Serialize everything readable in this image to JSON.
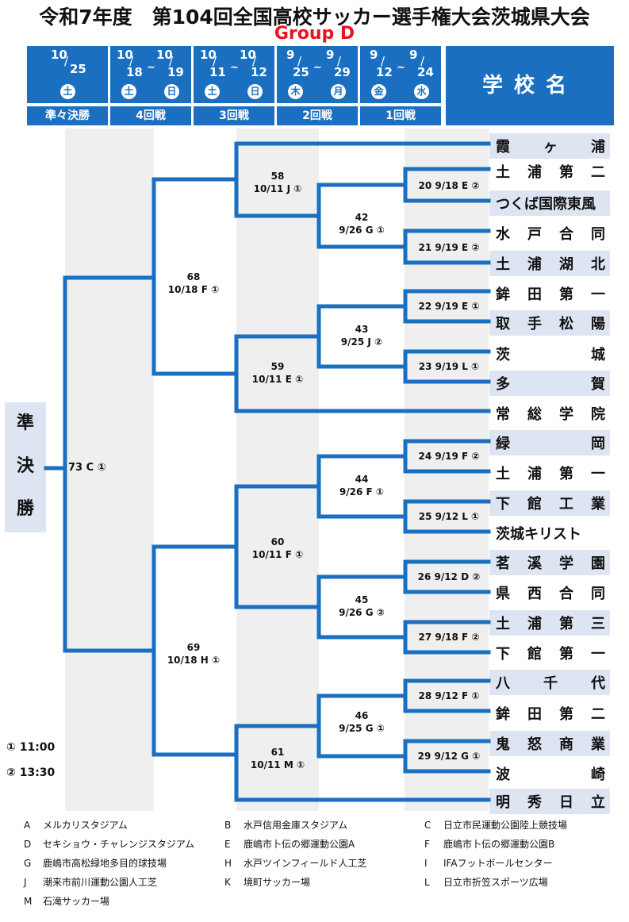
{
  "title": "令和7年度　第104回全国高校サッカー選手権大会茨城県大会",
  "subtitle": "Group D",
  "school_header": "学校名",
  "rounds": [
    {
      "label": "準々決勝",
      "date1_m": "10",
      "date1_d": "25",
      "sep": "",
      "date2_m": "",
      "date2_d": "",
      "day1": "土",
      "day2": ""
    },
    {
      "label": "4回戦",
      "date1_m": "10",
      "date1_d": "18",
      "sep": "~",
      "date2_m": "10",
      "date2_d": "19",
      "day1": "土",
      "day2": "日"
    },
    {
      "label": "3回戦",
      "date1_m": "10",
      "date1_d": "11",
      "sep": "~",
      "date2_m": "10",
      "date2_d": "12",
      "day1": "土",
      "day2": "日"
    },
    {
      "label": "2回戦",
      "date1_m": "9",
      "date1_d": "25",
      "sep": "~",
      "date2_m": "9",
      "date2_d": "29",
      "day1": "木",
      "day2": "月"
    },
    {
      "label": "1回戦",
      "date1_m": "9",
      "date1_d": "12",
      "sep": "~",
      "date2_m": "9",
      "date2_d": "24",
      "day1": "金",
      "day2": "水"
    }
  ],
  "semifinal_label": [
    "準",
    "決",
    "勝"
  ],
  "teams": [
    "霞ヶ浦",
    "土浦第二",
    "つくば国際東風",
    "水戸合同",
    "土浦湖北",
    "鉾田第一",
    "取手松陽",
    "茨城",
    "多賀",
    "常総学院",
    "緑岡",
    "土浦第一",
    "下館工業",
    "茨城キリスト",
    "茗溪学園",
    "県西合同",
    "土浦第三",
    "下館第一",
    "八千代",
    "鉾田第二",
    "鬼怒商業",
    "波崎",
    "明秀日立"
  ],
  "matches": {
    "m20": "20  9/18  E  ②",
    "m21": "21  9/19  E  ②",
    "m22": "22  9/19  E  ①",
    "m23": "23  9/19  L  ①",
    "m24": "24  9/19  F  ②",
    "m25": "25  9/12  L  ①",
    "m26": "26  9/12  D  ②",
    "m27": "27  9/18  F  ②",
    "m28": "28  9/12  F  ①",
    "m29": "29  9/12  G  ①",
    "m42": {
      "no": "42",
      "info": "9/26  G  ①"
    },
    "m43": {
      "no": "43",
      "info": "9/25  J  ②"
    },
    "m44": {
      "no": "44",
      "info": "9/26  F  ①"
    },
    "m45": {
      "no": "45",
      "info": "9/26  G  ②"
    },
    "m46": {
      "no": "46",
      "info": "9/25  G  ①"
    },
    "m58": {
      "no": "58",
      "info": "10/11  J  ①"
    },
    "m59": {
      "no": "59",
      "info": "10/11  E  ①"
    },
    "m60": {
      "no": "60",
      "info": "10/11  F  ①"
    },
    "m61": {
      "no": "61",
      "info": "10/11  M  ①"
    },
    "m68": {
      "no": "68",
      "info": "10/18  F  ①"
    },
    "m69": {
      "no": "69",
      "info": "10/18  H  ①"
    },
    "m73": "73  C  ①"
  },
  "kickoff": [
    "① 11:00",
    "② 13:30"
  ],
  "venues": [
    {
      "key": "A",
      "name": "メルカリスタジアム"
    },
    {
      "key": "B",
      "name": "水戸信用金庫スタジアム"
    },
    {
      "key": "C",
      "name": "日立市民運動公園陸上競技場"
    },
    {
      "key": "D",
      "name": "セキショウ・チャレンジスタジアム"
    },
    {
      "key": "E",
      "name": "鹿嶋市卜伝の郷運動公園A"
    },
    {
      "key": "F",
      "name": "鹿嶋市卜伝の郷運動公園B"
    },
    {
      "key": "G",
      "name": "鹿嶋市高松緑地多目的球技場"
    },
    {
      "key": "H",
      "name": "水戸ツインフィールド人工芝"
    },
    {
      "key": "I",
      "name": "IFAフットボールセンター"
    },
    {
      "key": "J",
      "name": "潮来市前川運動公園人工芝"
    },
    {
      "key": "K",
      "name": "境町サッカー場"
    },
    {
      "key": "L",
      "name": "日立市折笠スポーツ広場"
    },
    {
      "key": "M",
      "name": "石滝サッカー場"
    }
  ],
  "colors": {
    "header": "#1a6fc0",
    "line": "#1a6fc0",
    "shade": "#dde4f2",
    "subtitle": "#e8141c"
  }
}
